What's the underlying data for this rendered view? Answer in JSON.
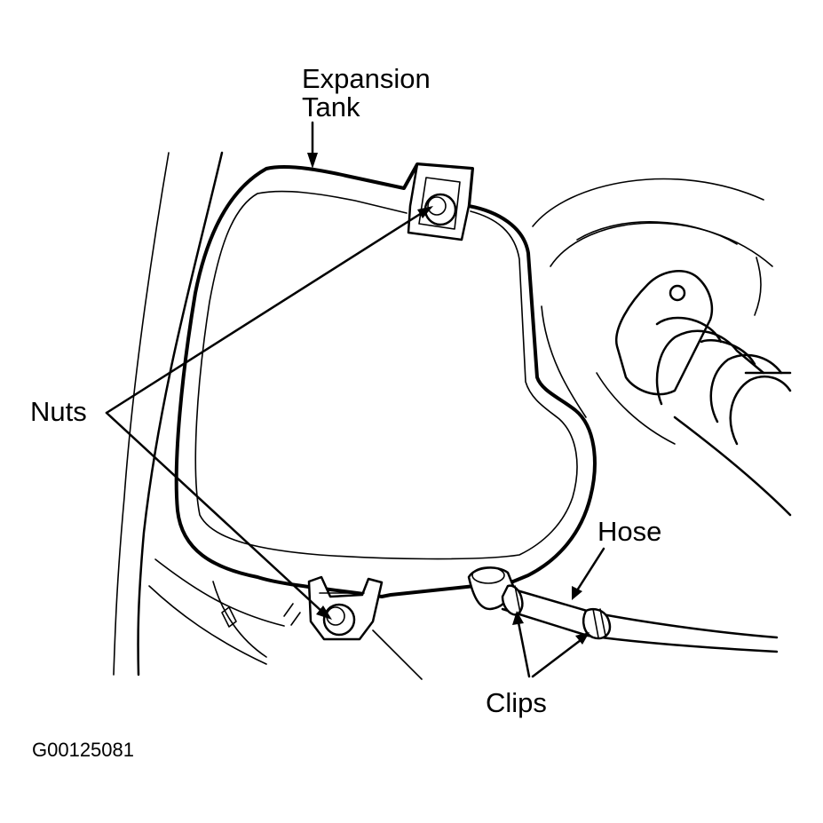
{
  "labels": {
    "expansion_tank_line1": "Expansion",
    "expansion_tank_line2": "Tank",
    "nuts": "Nuts",
    "hose": "Hose",
    "clips": "Clips"
  },
  "figure_code": "G00125081"
}
